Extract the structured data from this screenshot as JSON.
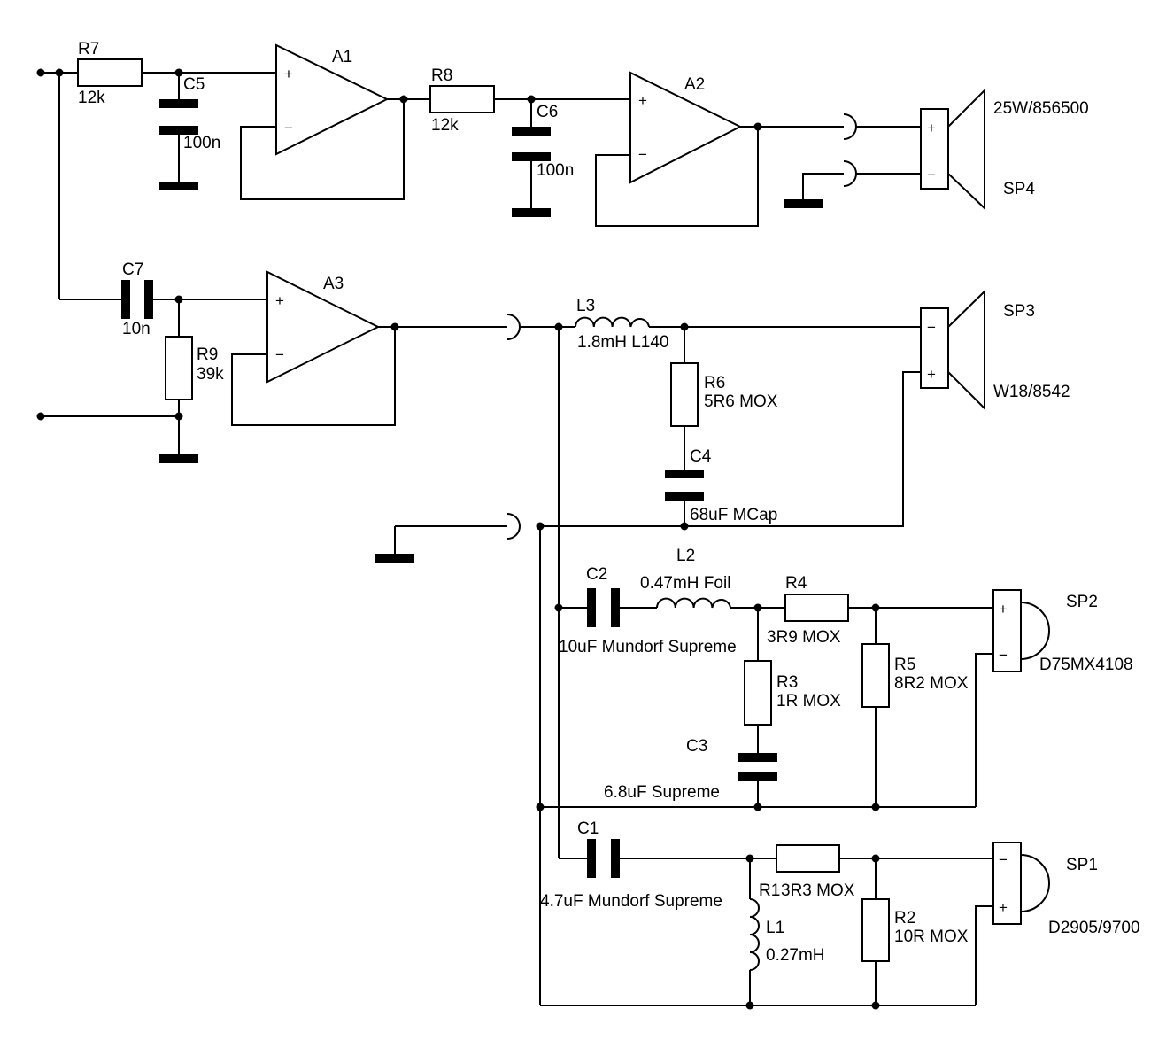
{
  "components": {
    "R7": {
      "ref": "R7",
      "value": "12k"
    },
    "R8": {
      "ref": "R8",
      "value": "12k"
    },
    "R9": {
      "ref": "R9",
      "value": "39k"
    },
    "C5": {
      "ref": "C5",
      "value": "100n"
    },
    "C6": {
      "ref": "C6",
      "value": "100n"
    },
    "C7": {
      "ref": "C7",
      "value": "10n"
    },
    "A1": {
      "ref": "A1"
    },
    "A2": {
      "ref": "A2"
    },
    "A3": {
      "ref": "A3"
    },
    "L3": {
      "ref": "L3",
      "value": "1.8mH L140"
    },
    "R6": {
      "ref": "R6",
      "value": "5R6 MOX"
    },
    "C4": {
      "ref": "C4",
      "value": "68uF MCap"
    },
    "C2": {
      "ref": "C2",
      "value": "10uF Mundorf Supreme"
    },
    "L2": {
      "ref": "L2",
      "value": "0.47mH Foil"
    },
    "R4": {
      "ref": "R4",
      "value": "3R9 MOX"
    },
    "R3": {
      "ref": "R3",
      "value": "1R MOX"
    },
    "R5": {
      "ref": "R5",
      "value": "8R2 MOX"
    },
    "C3": {
      "ref": "C3",
      "value": "6.8uF Supreme"
    },
    "C1": {
      "ref": "C1",
      "value": "4.7uF Mundorf Supreme"
    },
    "R1": {
      "ref": "R1",
      "value": "3R3 MOX"
    },
    "L1": {
      "ref": "L1",
      "value": "0.27mH"
    },
    "R2": {
      "ref": "R2",
      "value": "10R MOX"
    }
  },
  "speakers": {
    "SP4": {
      "ref": "SP4",
      "model": "25W/856500"
    },
    "SP3": {
      "ref": "SP3",
      "model": "W18/8542"
    },
    "SP2": {
      "ref": "SP2",
      "model": "D75MX4108"
    },
    "SP1": {
      "ref": "SP1",
      "model": "D2905/9700"
    }
  },
  "symbols": {
    "plus": "+",
    "minus": "−"
  }
}
